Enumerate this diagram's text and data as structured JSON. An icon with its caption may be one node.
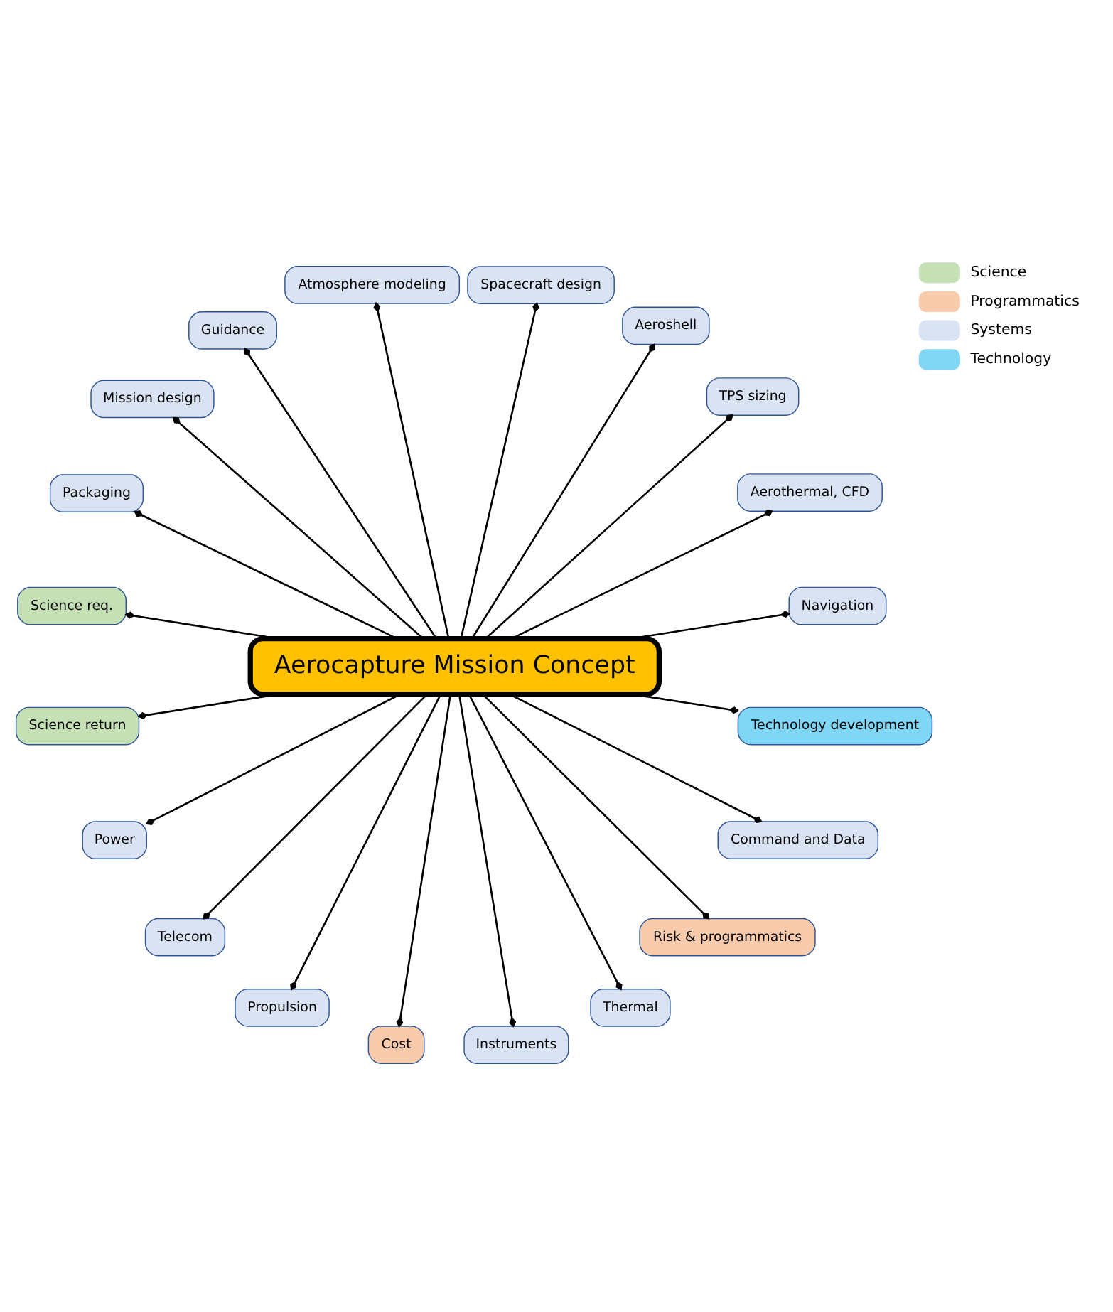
{
  "diagram": {
    "nodes": [
      {
        "text": [
          "Navigation"
        ]
      },
      {
        "text": [
          "Aerothermal, CFD"
        ]
      },
      {
        "text": [
          "TPS sizing"
        ]
      },
      {
        "text": [
          "Aeroshell"
        ]
      },
      {
        "text": [
          "Spacecraft design"
        ]
      },
      {
        "text": [
          "Atmosphere modeling"
        ]
      },
      {
        "text": [
          "Guidance"
        ]
      },
      {
        "text": [
          "Mission design"
        ]
      },
      {
        "text": [
          "Packaging"
        ]
      },
      {
        "text": [
          "Aerocapture Mission Concept"
        ]
      },
      {
        "text": [
          "Science req."
        ]
      },
      {
        "text": [
          "Science return"
        ]
      },
      {
        "text": [
          "Power"
        ]
      },
      {
        "text": [
          "Telecom"
        ]
      },
      {
        "text": [
          "Propulsion"
        ]
      },
      {
        "text": [
          "Cost"
        ]
      },
      {
        "text": [
          "Instruments"
        ]
      },
      {
        "text": [
          "Thermal"
        ]
      },
      {
        "text": [
          "Risk & programmatics"
        ]
      },
      {
        "text": [
          "Command and Data"
        ]
      },
      {
        "text": [
          "Technology development"
        ]
      }
    ],
    "edges": [
      {
        "from": 9,
        "to": 0,
        "arrow": "other"
      },
      {
        "from": 9,
        "to": 1,
        "arrow": "other"
      },
      {
        "from": 9,
        "to": 2,
        "arrow": "other"
      },
      {
        "from": 9,
        "to": 3,
        "arrow": "other"
      },
      {
        "from": 9,
        "to": 4,
        "arrow": "other"
      },
      {
        "from": 9,
        "to": 5,
        "arrow": "other"
      },
      {
        "from": 9,
        "to": 6,
        "arrow": "other"
      },
      {
        "from": 9,
        "to": 7,
        "arrow": "other"
      },
      {
        "from": 9,
        "to": 8,
        "arrow": "other"
      },
      {
        "from": 9,
        "to": 10,
        "arrow": "other"
      },
      {
        "from": 9,
        "to": 11,
        "arrow": "other"
      },
      {
        "from": 9,
        "to": 12,
        "arrow": "other"
      },
      {
        "from": 9,
        "to": 13,
        "arrow": "other"
      },
      {
        "from": 9,
        "to": 14,
        "arrow": "other"
      },
      {
        "from": 9,
        "to": 15,
        "arrow": "other"
      },
      {
        "from": 9,
        "to": 16,
        "arrow": "other"
      },
      {
        "from": 9,
        "to": 17,
        "arrow": "other"
      },
      {
        "from": 9,
        "to": 18,
        "arrow": "other"
      },
      {
        "from": 9,
        "to": 19,
        "arrow": "other"
      },
      {
        "from": 9,
        "to": 20,
        "arrow": "other"
      }
    ],
    "legend": [
      {
        "text": "Science",
        "color": "#c5e0b4"
      },
      {
        "text": "Programmatics",
        "color": "#f8cbad"
      },
      {
        "text": "Systems",
        "color": "#dae3f3"
      },
      {
        "text": "Technology",
        "color": "#7fd6f5"
      }
    ]
  }
}
